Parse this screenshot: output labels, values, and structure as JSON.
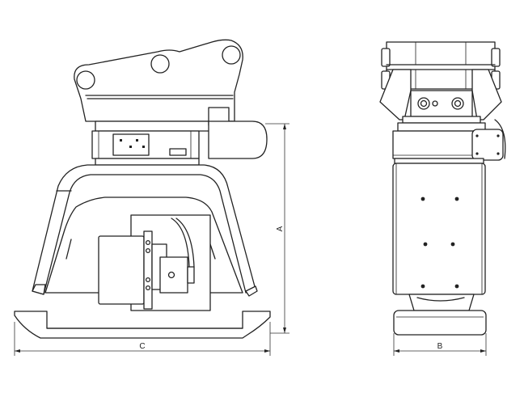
{
  "dimensions": {
    "a_label": "A",
    "b_label": "B",
    "c_label": "C"
  },
  "colors": {
    "line": "#222222",
    "background": "#ffffff"
  }
}
